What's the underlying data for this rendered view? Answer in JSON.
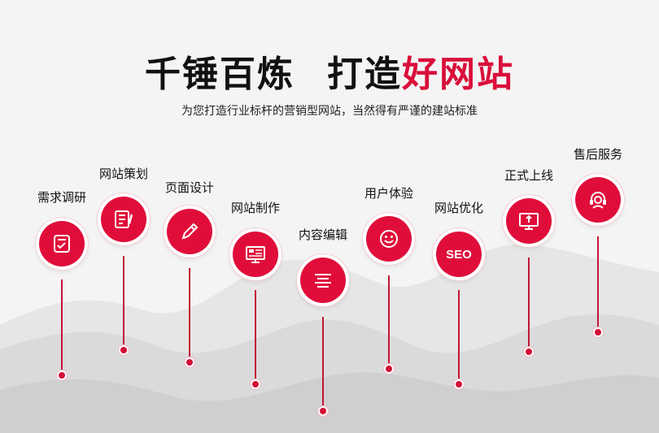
{
  "headline": {
    "black": "千锤百炼",
    "black2": "打造",
    "red": "好网站"
  },
  "subtitle": "为您打造行业标杆的营销型网站，当然得有严谨的建站标准",
  "steps": [
    {
      "label": "需求调研",
      "icon": "checklist-icon"
    },
    {
      "label": "网站策划",
      "icon": "document-edit-icon"
    },
    {
      "label": "页面设计",
      "icon": "pencil-icon"
    },
    {
      "label": "网站制作",
      "icon": "monitor-icon"
    },
    {
      "label": "内容编辑",
      "icon": "text-lines-icon"
    },
    {
      "label": "用户体验",
      "icon": "smiley-icon"
    },
    {
      "label": "网站优化",
      "icon": "seo-badge",
      "text": "SEO"
    },
    {
      "label": "正式上线",
      "icon": "upload-monitor-icon"
    },
    {
      "label": "售后服务",
      "icon": "headset-icon"
    }
  ],
  "colors": {
    "accent": "#e00d3a",
    "text": "#111111",
    "background": "#f4f4f4"
  }
}
